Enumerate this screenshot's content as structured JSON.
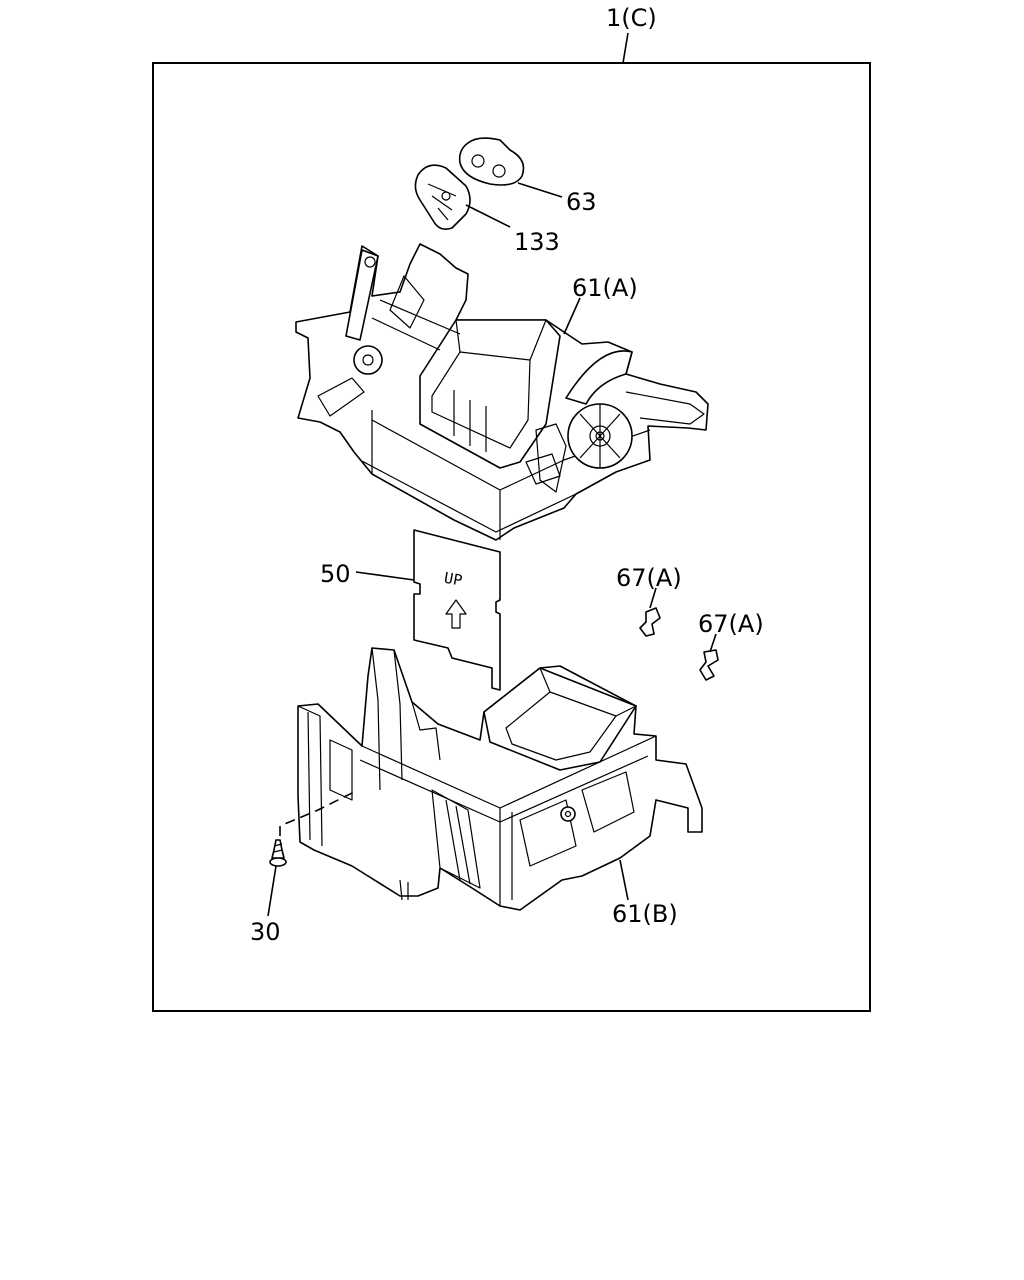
{
  "callouts": {
    "assembly": "1(C)",
    "grommet": "63",
    "cam": "133",
    "upper_case": "61(A)",
    "filter": "50",
    "clip_1": "67(A)",
    "clip_2": "67(A)",
    "screw": "30",
    "lower_case": "61(B)"
  },
  "filter_marking": "UP",
  "colors": {
    "line": "#000000",
    "background": "#ffffff"
  }
}
